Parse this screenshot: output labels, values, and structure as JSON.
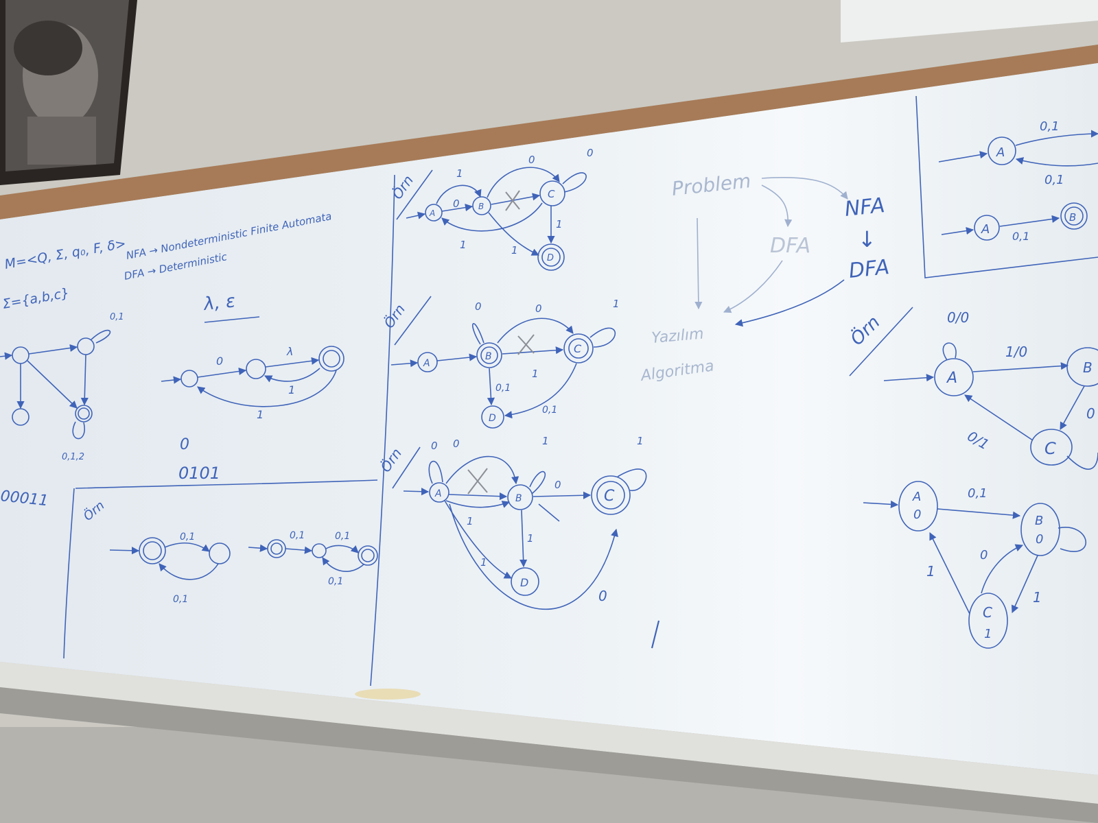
{
  "colors": {
    "wall": "#cfcdc6",
    "board": "#e9eef2",
    "frame": "#a77b58",
    "tray": "#e4e4e0",
    "ink": "#3f63b8",
    "ink_faint": "#9fb0cf",
    "ink_grey": "#8c8f96"
  },
  "left_block": {
    "tuple": "M=<Q, Σ, q₀, F, δ>",
    "nfa_def": "NFA → Nondeterministic Finite Automata",
    "dfa_def": "DFA → Deterministic",
    "sigma": "Σ={a,b,c}",
    "lambda_eps": "λ, ε",
    "input_0": "0",
    "input_0101": "0101",
    "input_00011": "00011"
  },
  "small_diagrams": {
    "loop_01": "0,1",
    "loop_012": "0,1,2",
    "lam_edge0": "0",
    "lam_edgeL": "λ",
    "lam_back1": "1",
    "lam_long1": "1",
    "mini1_top": "0,1",
    "mini1_bot": "0,1",
    "mini2_a": "0,1",
    "mini2_b": "0,1",
    "mini2_c": "0,1",
    "mark": "Örn"
  },
  "middle": {
    "mark": "Örn",
    "g1": {
      "A": "A",
      "B": "B",
      "C": "C",
      "D": "D",
      "e_ab": "0",
      "e_top": "1",
      "e_cc": "0",
      "e_c0": "0",
      "e_cd": "1",
      "e_back": "1",
      "e_bd": "1"
    },
    "g2": {
      "A": "A",
      "B": "B",
      "C": "C",
      "D": "D",
      "e_bb": "0",
      "e_top": "0",
      "e_cc": "1",
      "e_bc": "1",
      "e_bd": "0,1",
      "e_cd": "0,1"
    },
    "g3": {
      "A": "A",
      "B": "B",
      "C": "C",
      "D": "D",
      "e_aa": "0",
      "e_a0": "0",
      "e_bb": "1",
      "e_bc": "0",
      "e_cc": "1",
      "e_ab": "1",
      "e_bd": "1",
      "e_ad": "1",
      "e_long": "0"
    }
  },
  "flow": {
    "problem": "Problem",
    "dfa_faint": "DFA",
    "nfa": "NFA",
    "arrow": "↓",
    "dfa": "DFA",
    "yazilim": "Yazılım",
    "algoritma": "Algoritma"
  },
  "right": {
    "box": {
      "A1": "A",
      "e1_top": "0,1",
      "e1_bot": "0,1",
      "A2": "A",
      "B2": "B",
      "e2": "0,1"
    },
    "mark": "Örn",
    "mealy": {
      "A": "A",
      "B": "B",
      "C": "C",
      "loop": "0/0",
      "ab": "1/0",
      "b_down": "0",
      "ca": "0/1"
    },
    "moore": {
      "A": "A",
      "A_out": "0",
      "B": "B",
      "B_out": "0",
      "C": "C",
      "C_out": "1",
      "ab": "0,1",
      "cb": "0",
      "bc": "1",
      "ca": "1"
    }
  }
}
